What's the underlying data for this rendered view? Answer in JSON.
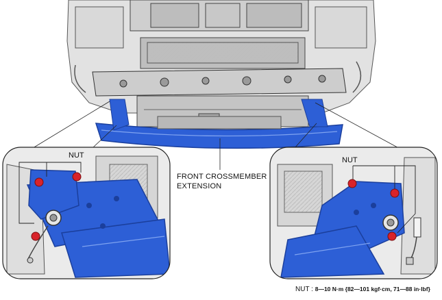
{
  "labels": {
    "part_name_line1": "FRONT CROSSMEMBER",
    "part_name_line2": "EXTENSION",
    "nut_left": "NUT",
    "nut_right": "NUT"
  },
  "torque_note": {
    "prefix": "NUT : ",
    "value": "8—10 N·m {82—101 kgf·cm, 71—88 in·lbf}"
  },
  "colors": {
    "part_highlight": "#2d5fd6",
    "part_dark": "#1b3f9c",
    "nut_marker": "#d8232a",
    "engine_gray": "#d2d2d2",
    "line_dark": "#333333"
  }
}
